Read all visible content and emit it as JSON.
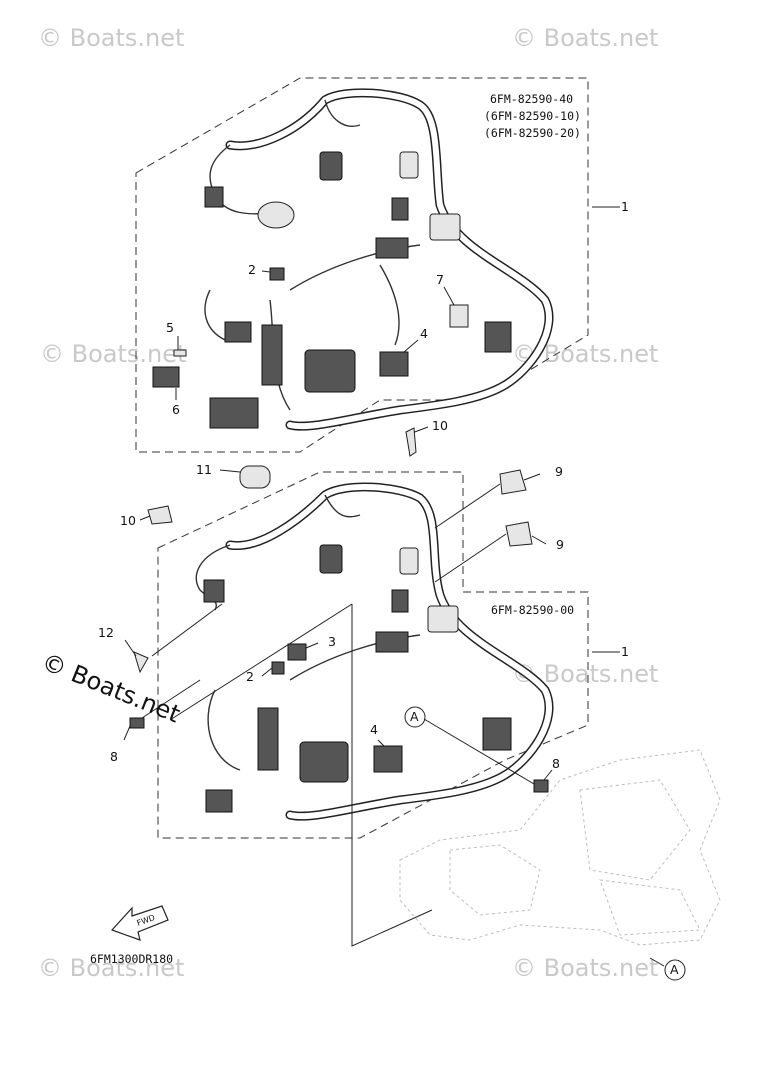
{
  "watermark": "© Boats.net",
  "watermark_main": "© Boats.net",
  "diagram_code": "6FM1300DR180",
  "fwd_label": "FWD",
  "upper_assembly": {
    "part_numbers": [
      "6FM-82590-40",
      "(6FM-82590-10)",
      "(6FM-82590-20)"
    ]
  },
  "lower_assembly": {
    "part_number": "6FM-82590-00"
  },
  "callouts": {
    "c1_upper": "1",
    "c1_lower": "1",
    "c2_upper": "2",
    "c2_lower": "2",
    "c3": "3",
    "c4_upper": "4",
    "c4_lower": "4",
    "c5": "5",
    "c6": "6",
    "c7": "7",
    "c8_left": "8",
    "c8_right": "8",
    "c9_top": "9",
    "c9_bottom": "9",
    "c10_top": "10",
    "c10_left": "10",
    "c11": "11",
    "c12": "12"
  },
  "ref_marker": "A"
}
